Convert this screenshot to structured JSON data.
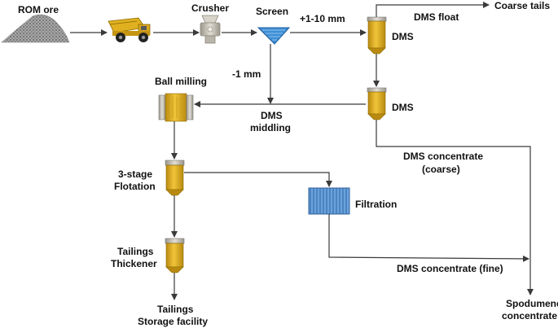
{
  "colors": {
    "equipment_body": "#e6b422",
    "equipment_shade": "#b98a10",
    "equipment_cap": "#c9c4b8",
    "screen_blue": "#3f8fd6",
    "filter_blue": "#6aa2dc",
    "ore_gray": "#8c8c8c",
    "truck_yellow": "#e0b020",
    "arrow": "#3a3a3a"
  },
  "nodes": {
    "rom_ore": "ROM ore",
    "crusher": "Crusher",
    "screen": "Screen",
    "dms_float": "DMS float",
    "coarse_tails": "Coarse tails",
    "dms_1": "DMS",
    "dms_2": "DMS",
    "ball_milling": "Ball milling",
    "flotation_line1": "3-stage",
    "flotation_line2": "Flotation",
    "filtration": "Filtration",
    "thickener_line1": "Tailings",
    "thickener_line2": "Thickener",
    "tsf_line1": "Tailings",
    "tsf_line2": "Storage facility",
    "spodumene_line1": "Spodumene",
    "spodumene_line2": "concentrate"
  },
  "streams": {
    "coarse_fraction": "+1-10 mm",
    "fine_fraction": "-1 mm",
    "dms_middling_line1": "DMS",
    "dms_middling_line2": "middling",
    "dms_conc_coarse_line1": "DMS concentrate",
    "dms_conc_coarse_line2": "(coarse)",
    "dms_conc_fine": "DMS concentrate (fine)"
  }
}
